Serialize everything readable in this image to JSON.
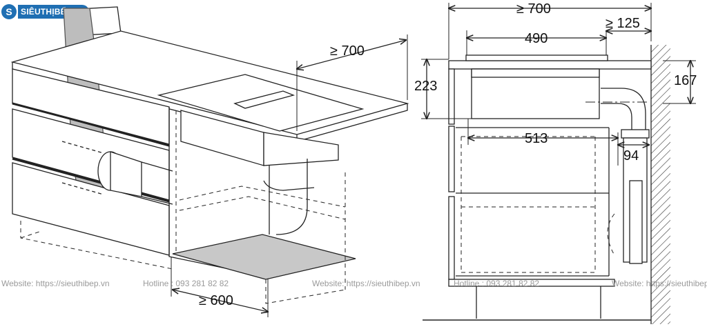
{
  "brand": {
    "logo_letter": "S",
    "logo_text": "SIÊUTHỊBẾP.VN"
  },
  "dimensions": {
    "left_depth": "≥ 700",
    "left_width": "≥ 600",
    "right_total": "≥ 700",
    "hob_width": "490",
    "rear_gap": "≥ 125",
    "height_223": "223",
    "height_167": "167",
    "depth_513": "513",
    "duct_94": "94"
  },
  "watermarks": {
    "website": "Website: https://sieuthibep.vn",
    "hotline": "Hotline : 093 281 82 82"
  },
  "colors": {
    "line": "#222222",
    "gray_fill": "#c8c8c8",
    "brand_blue": "#1f6fb3"
  }
}
